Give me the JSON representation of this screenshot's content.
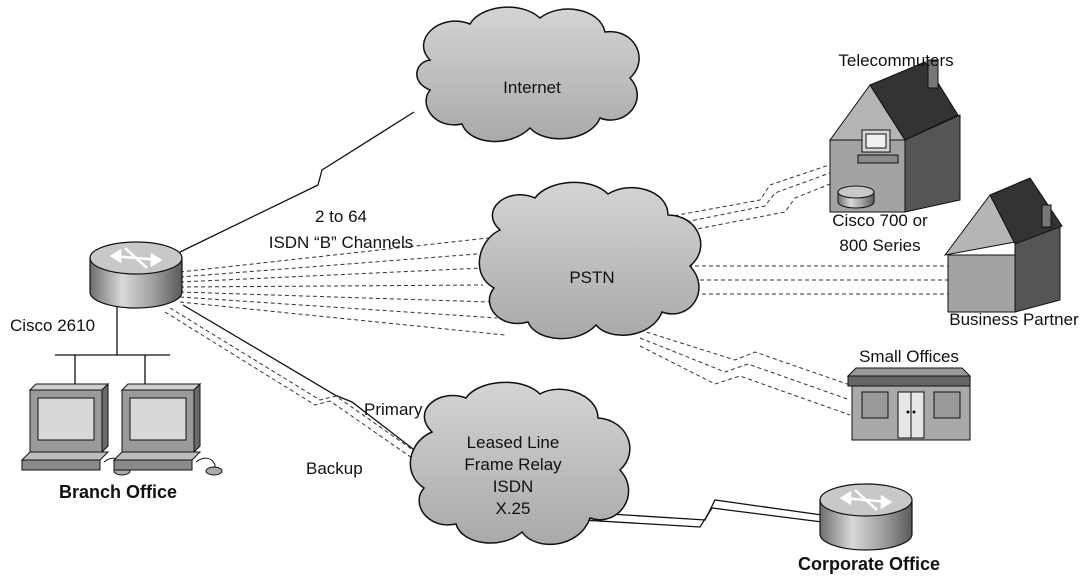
{
  "clouds": {
    "internet": "Internet",
    "pstn": "PSTN",
    "wan": [
      "Leased Line",
      "Frame Relay",
      "ISDN",
      "X.25"
    ]
  },
  "labels": {
    "telecommuters": "Telecommuters",
    "cisco_small_1": "Cisco 700 or",
    "cisco_small_2": "800 Series",
    "business_partner": "Business Partner",
    "small_offices": "Small Offices",
    "corporate_office": "Corporate Office",
    "branch_office": "Branch Office",
    "cisco_2610": "Cisco 2610",
    "isdn_1": "2 to 64",
    "isdn_2": "ISDN “B” Channels",
    "primary": "Primary",
    "backup": "Backup"
  },
  "colors": {
    "cloud_fill": "#bfbfbf",
    "device_grey": "#9a9a9a",
    "line": "#111111"
  }
}
